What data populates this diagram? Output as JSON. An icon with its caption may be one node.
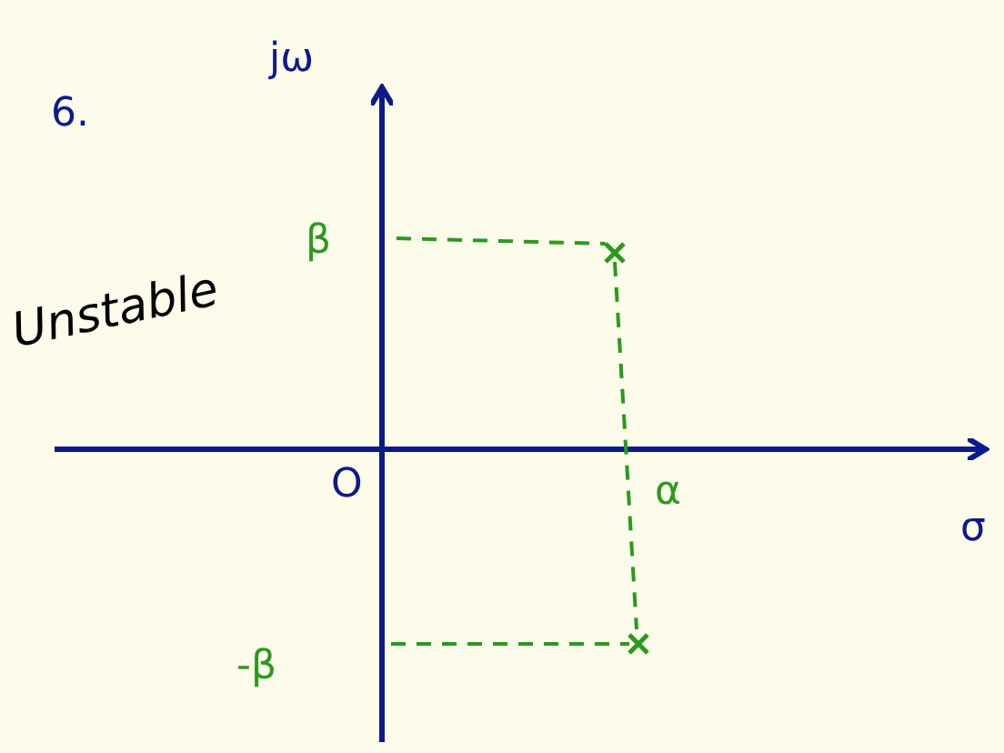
{
  "diagram": {
    "labels": [
      "6.",
      "jω",
      "β",
      "Unstable",
      "O",
      "α",
      "σ",
      "-β"
    ]
  }
}
